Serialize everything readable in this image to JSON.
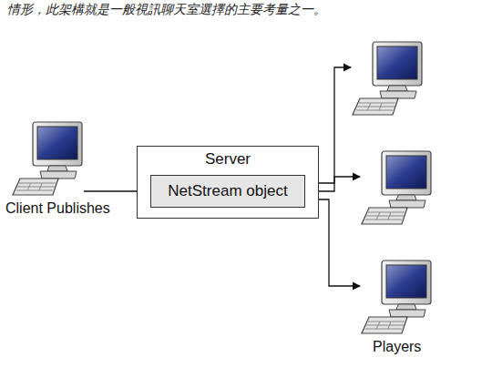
{
  "diagram": {
    "nodes": [
      {
        "text": [
          "Client Publishes"
        ]
      },
      {
        "text": [
          "Server"
        ]
      },
      {
        "text": [
          "NetStream object"
        ],
        "in": 1
      },
      {
        "text": []
      },
      {
        "text": []
      },
      {
        "text": [
          "Players"
        ]
      }
    ],
    "edges": [
      {
        "from": 0,
        "to": 2,
        "arrow": "to"
      },
      {
        "from": 2,
        "to": 3,
        "arrow": "to"
      },
      {
        "from": 2,
        "to": 4,
        "arrow": "to"
      },
      {
        "from": 2,
        "to": 5,
        "arrow": "to"
      }
    ],
    "labels": [
      "情形，此架構就是一般視訊聊天室選擇的主要考量之一。"
    ]
  }
}
